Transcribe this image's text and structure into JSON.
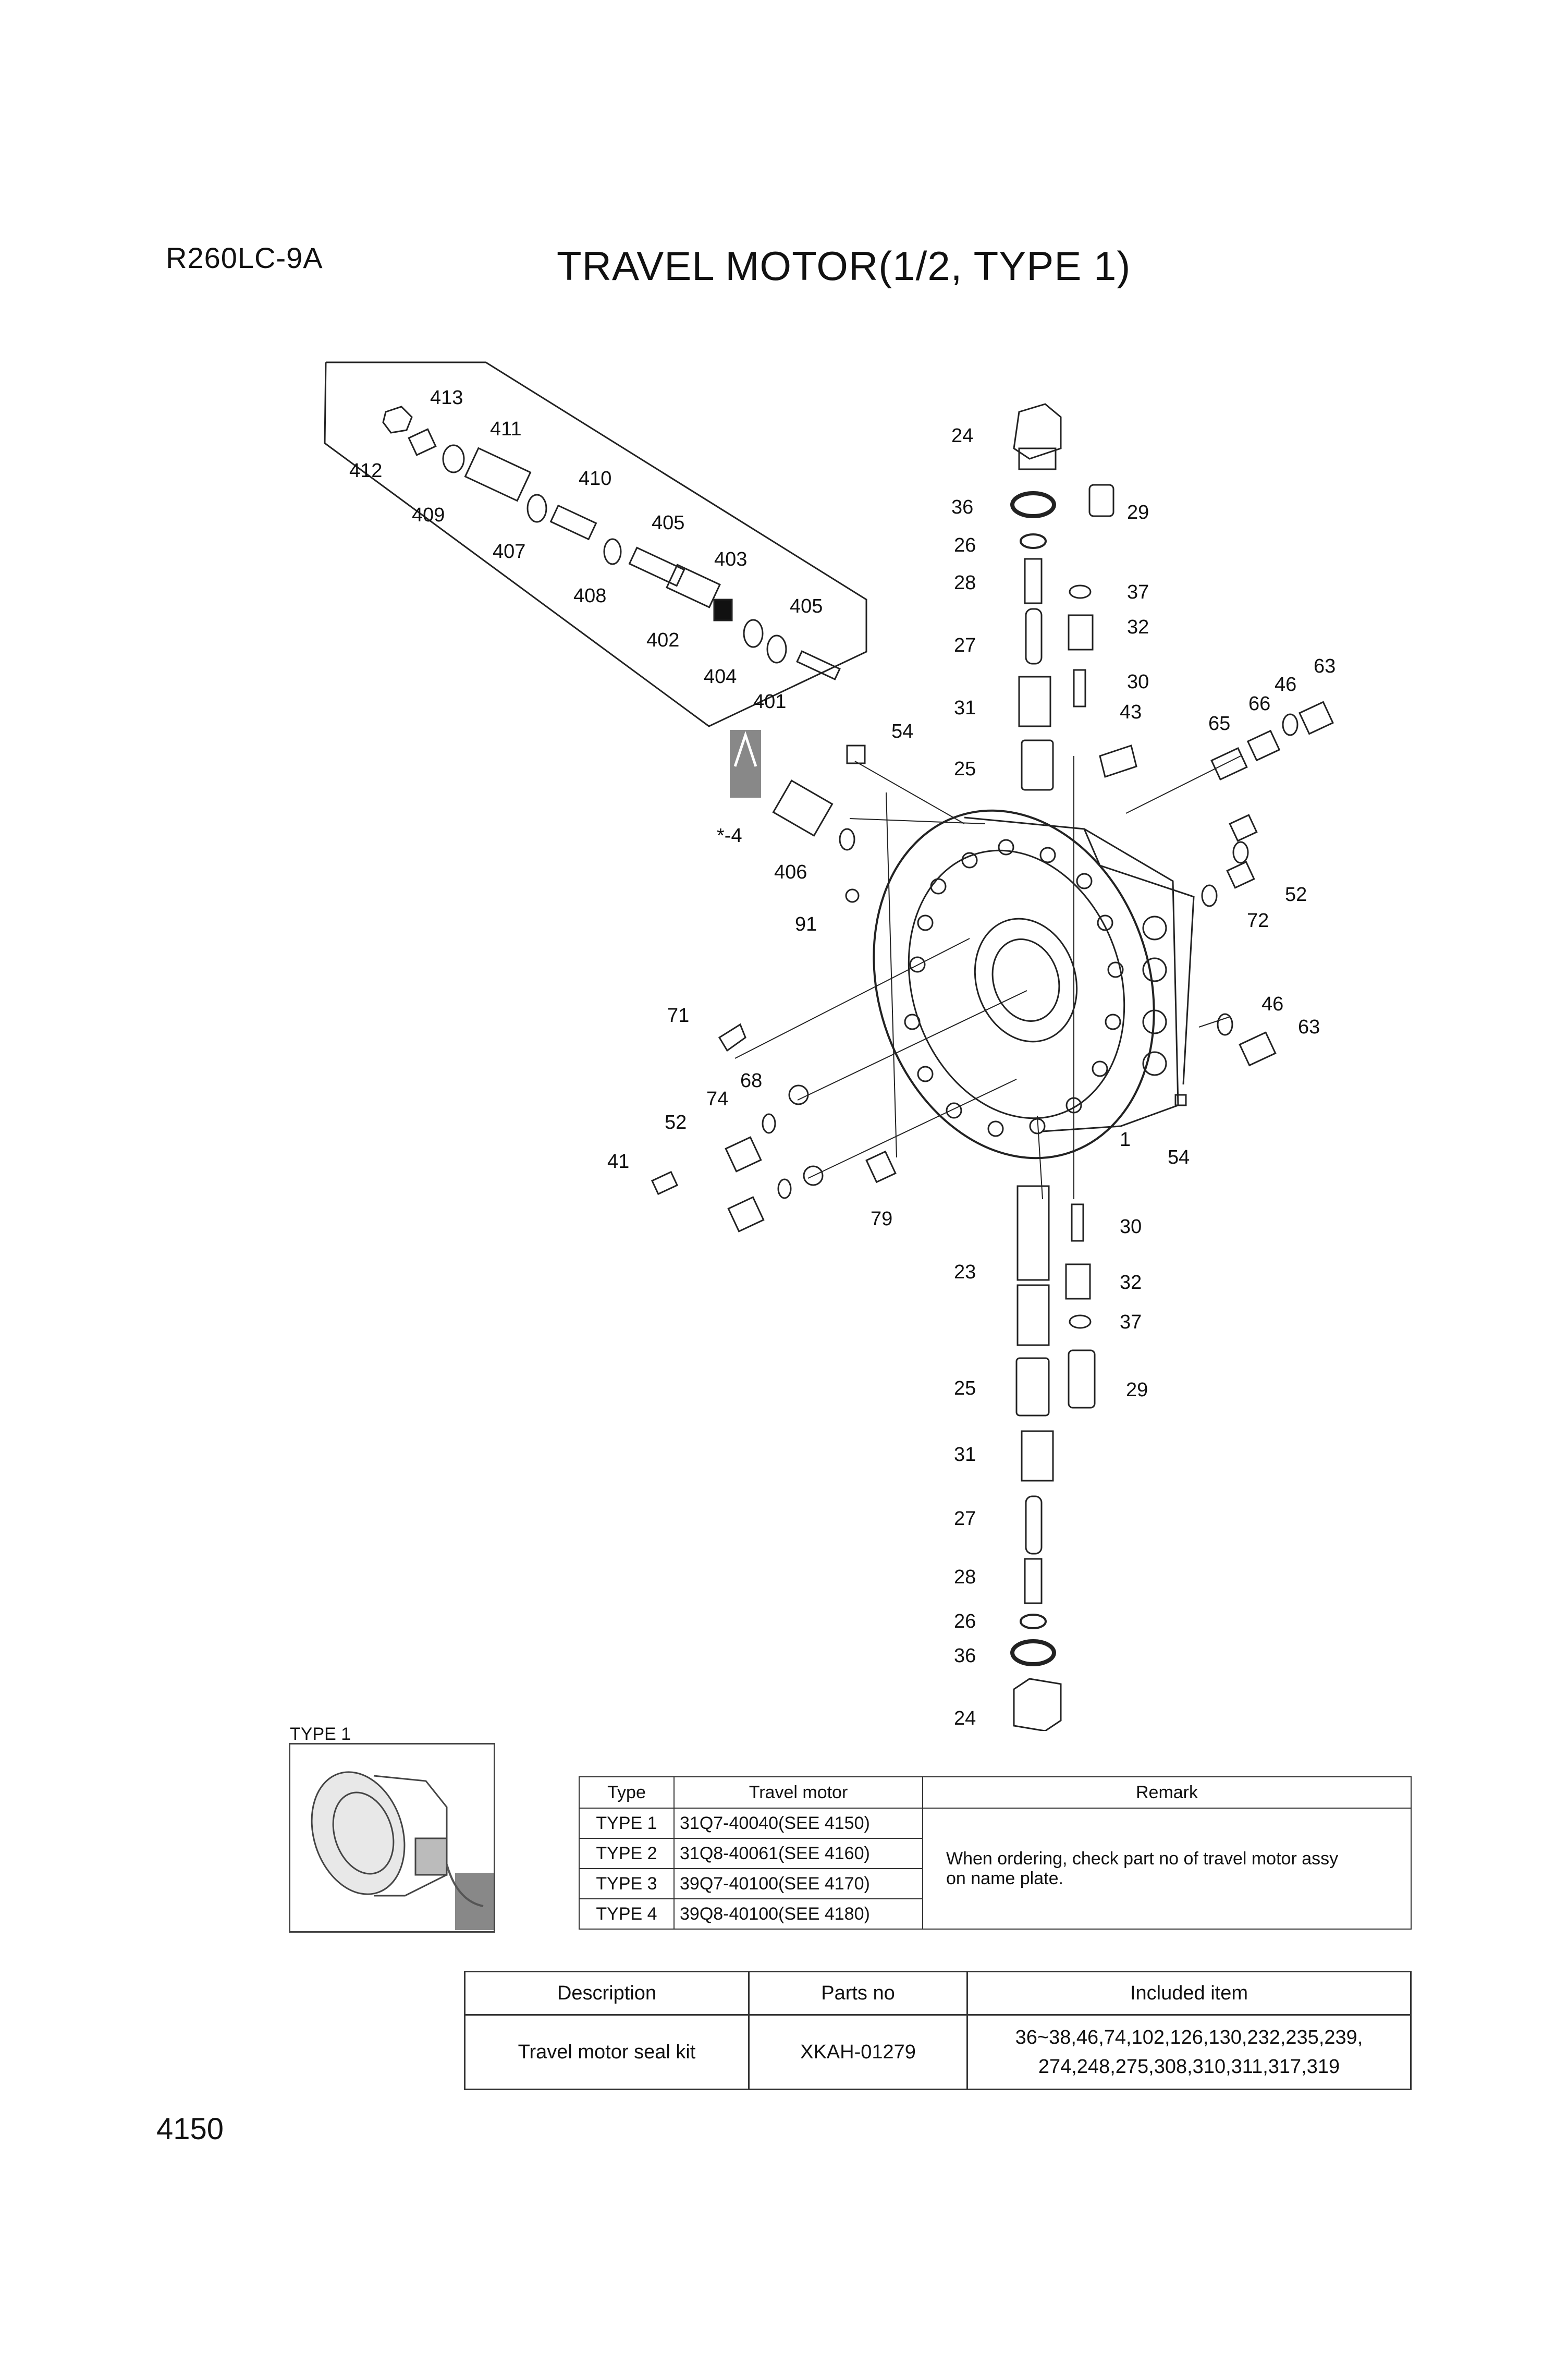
{
  "header": {
    "model": "R260LC-9A",
    "title": "TRAVEL MOTOR(1/2, TYPE 1)"
  },
  "footer": {
    "page_number": "4150"
  },
  "callouts": {
    "c413": "413",
    "c411": "411",
    "c412": "412",
    "c410": "410",
    "c409": "409",
    "c407": "407",
    "c405a": "405",
    "c403": "403",
    "c408": "408",
    "c402": "402",
    "c405b": "405",
    "c404": "404",
    "c401": "401",
    "c54a": "54",
    "c4": "*-4",
    "c406": "406",
    "c91": "91",
    "c71": "71",
    "c68": "68",
    "c74": "74",
    "c52a": "52",
    "c41": "41",
    "c79": "79",
    "c24a": "24",
    "c36a": "36",
    "c29a": "29",
    "c26a": "26",
    "c28a": "28",
    "c37a": "37",
    "c27a": "27",
    "c32a": "32",
    "c30a": "30",
    "c31a": "31",
    "c43": "43",
    "c25a": "25",
    "c65": "65",
    "c66": "66",
    "c46a": "46",
    "c63a": "63",
    "c52b": "52",
    "c72": "72",
    "c46b": "46",
    "c63b": "63",
    "c1": "1",
    "c54b": "54",
    "c30b": "30",
    "c23": "23",
    "c32b": "32",
    "c37b": "37",
    "c25b": "25",
    "c29b": "29",
    "c31b": "31",
    "c27b": "27",
    "c28b": "28",
    "c26b": "26",
    "c36b": "36",
    "c24b": "24"
  },
  "type_inset": {
    "caption": "TYPE 1"
  },
  "type_table": {
    "headers": [
      "Type",
      "Travel motor",
      "Remark"
    ],
    "rows": [
      {
        "type": "TYPE 1",
        "motor": "31Q7-40040(SEE 4150)"
      },
      {
        "type": "TYPE 2",
        "motor": "31Q8-40061(SEE 4160)"
      },
      {
        "type": "TYPE 3",
        "motor": "39Q7-40100(SEE 4170)"
      },
      {
        "type": "TYPE 4",
        "motor": "39Q8-40100(SEE 4180)"
      }
    ],
    "remark_line1": "When ordering, check part no of travel motor assy",
    "remark_line2": "on name plate."
  },
  "seal_table": {
    "headers": [
      "Description",
      "Parts no",
      "Included item"
    ],
    "description": "Travel motor seal kit",
    "parts_no": "XKAH-01279",
    "included_line1": "36~38,46,74,102,126,130,232,235,239,",
    "included_line2": "274,248,275,308,310,311,317,319"
  }
}
